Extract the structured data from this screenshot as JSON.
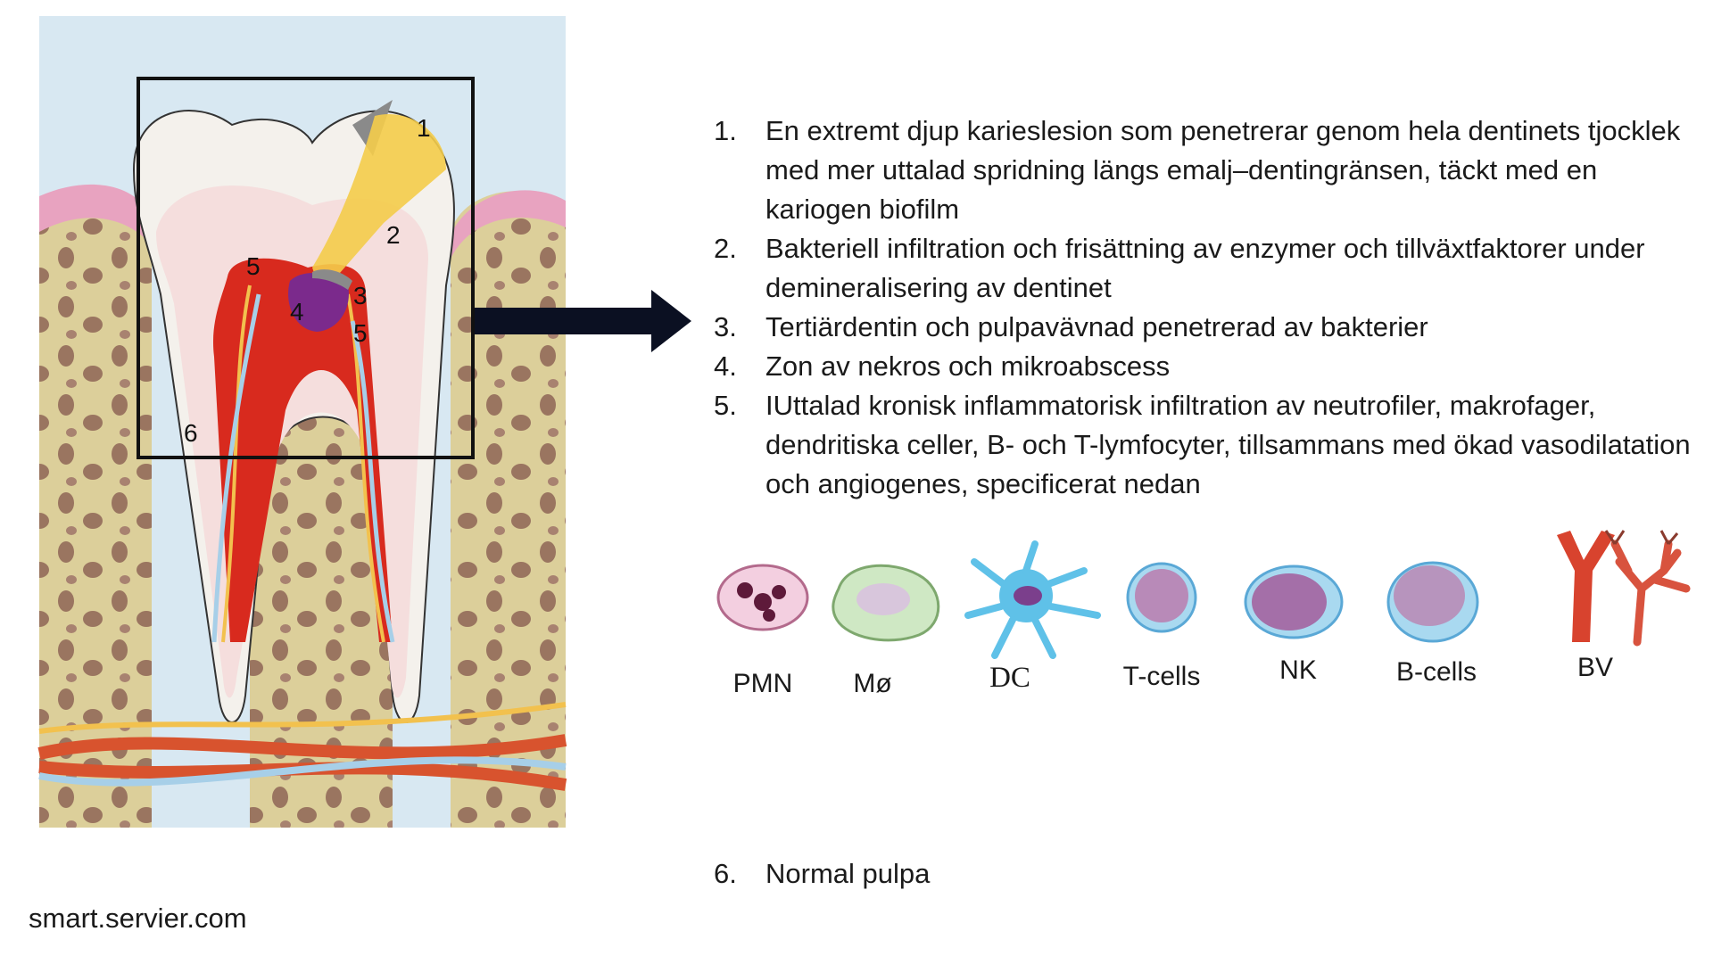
{
  "callouts": [
    "1",
    "2",
    "3",
    "4",
    "5",
    "5",
    "6"
  ],
  "legend": [
    {
      "num": "1.",
      "text": "En extremt djup karieslesion som penetrerar genom hela dentinets tjocklek med mer uttalad spridning längs emalj–dentingränsen, täckt med en kariogen biofilm"
    },
    {
      "num": "2.",
      "text": "Bakteriell infiltration och frisättning av enzymer och tillväxtfaktorer under demineralisering av dentinet"
    },
    {
      "num": "3.",
      "text": "Tertiärdentin och pulpavävnad penetrerad av bakterier"
    },
    {
      "num": "4.",
      "text": "Zon av nekros och mikroabscess"
    },
    {
      "num": "5.",
      "text": "IUttalad kronisk inflammatorisk infiltration av neutrofiler, makrofager, dendritiska celler, B- och T-lymfocyter, tillsammans med ökad vasodilatation och angiogenes, specificerat nedan"
    }
  ],
  "normal_pulp": {
    "num": "6.",
    "text": "Normal pulpa"
  },
  "cells": [
    {
      "icon": "neutrophil-icon",
      "label": "PMN"
    },
    {
      "icon": "macrophage-icon",
      "label": "Mø"
    },
    {
      "icon": "dendritic-cell-icon",
      "label": "DC"
    },
    {
      "icon": "t-cell-icon",
      "label": "T-cells"
    },
    {
      "icon": "nk-cell-icon",
      "label": "NK"
    },
    {
      "icon": "b-cell-icon",
      "label": "B-cells"
    },
    {
      "icon": "blood-vessel-icon",
      "label": "BV"
    }
  ],
  "source": "smart.servier.com",
  "colors": {
    "enamel": "#f4f1ec",
    "dentin": "#f5dedd",
    "pulp": "#d82a1e",
    "necrosis": "#7b2a8c",
    "bone": "#dccf9a",
    "gum": "#e8a3c0",
    "sky": "#d8e8f2"
  }
}
